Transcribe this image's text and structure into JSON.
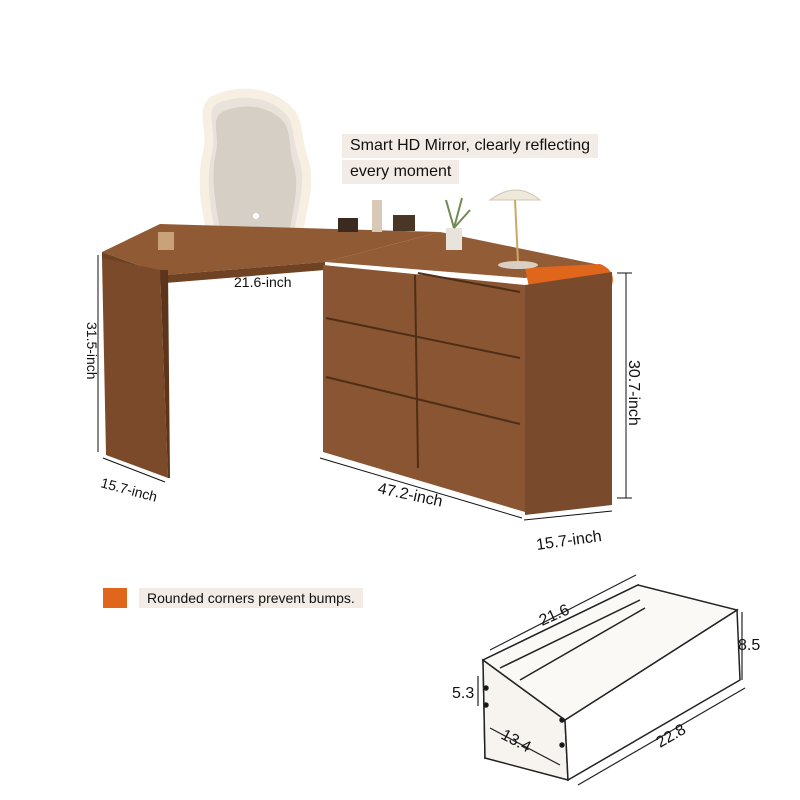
{
  "callout": {
    "line1": "Smart HD Mirror, clearly reflecting",
    "line2": "every moment"
  },
  "legend": {
    "label": "Rounded corners prevent bumps.",
    "color": "#e0661b"
  },
  "desk_dimensions": {
    "top_width": "21.6-inch",
    "desk_height": "31.5-inch",
    "desk_depth": "15.7-inch",
    "dresser_length": "47.2-inch",
    "dresser_height": "30.7-inch",
    "dresser_depth": "15.7-inch"
  },
  "drawer_dimensions": {
    "width": "21.6",
    "height_outer": "8.5",
    "height_inner": "5.3",
    "depth": "13.4",
    "length": "22.8"
  },
  "colors": {
    "wood": "#8a5532",
    "wood_dark": "#6b3f22",
    "accent": "#e0661b",
    "callout_bg": "#f3ece6"
  }
}
